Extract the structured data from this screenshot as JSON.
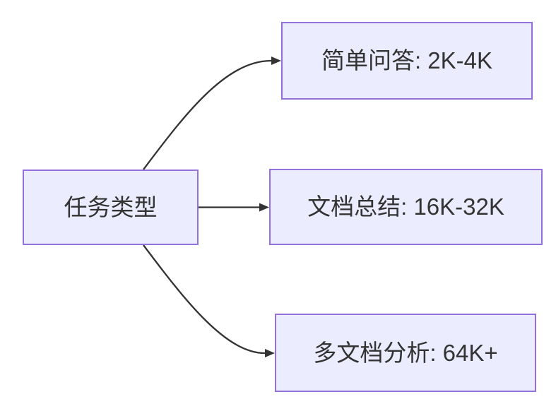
{
  "diagram": {
    "type": "flowchart",
    "direction": "LR",
    "nodes": {
      "task_type": {
        "id": "task_type",
        "label": "任务类型"
      },
      "simple_qa": {
        "id": "simple_qa",
        "label": "简单问答: 2K-4K"
      },
      "doc_summary": {
        "id": "doc_summary",
        "label": "文档总结: 16K-32K"
      },
      "multi_doc": {
        "id": "multi_doc",
        "label": "多文档分析: 64K+"
      }
    },
    "edges": [
      {
        "from": "任务类型",
        "to": "简单问答: 2K-4K",
        "arrow": "filled-triangle"
      },
      {
        "from": "任务类型",
        "to": "文档总结: 16K-32K",
        "arrow": "filled-triangle"
      },
      {
        "from": "任务类型",
        "to": "多文档分析: 64K+",
        "arrow": "filled-triangle"
      }
    ],
    "colors": {
      "background": "#FFFFFF",
      "node_fill": "#ECECFF",
      "node_border": "#9370DB",
      "edge_stroke": "#333333",
      "text": "#333333"
    }
  }
}
